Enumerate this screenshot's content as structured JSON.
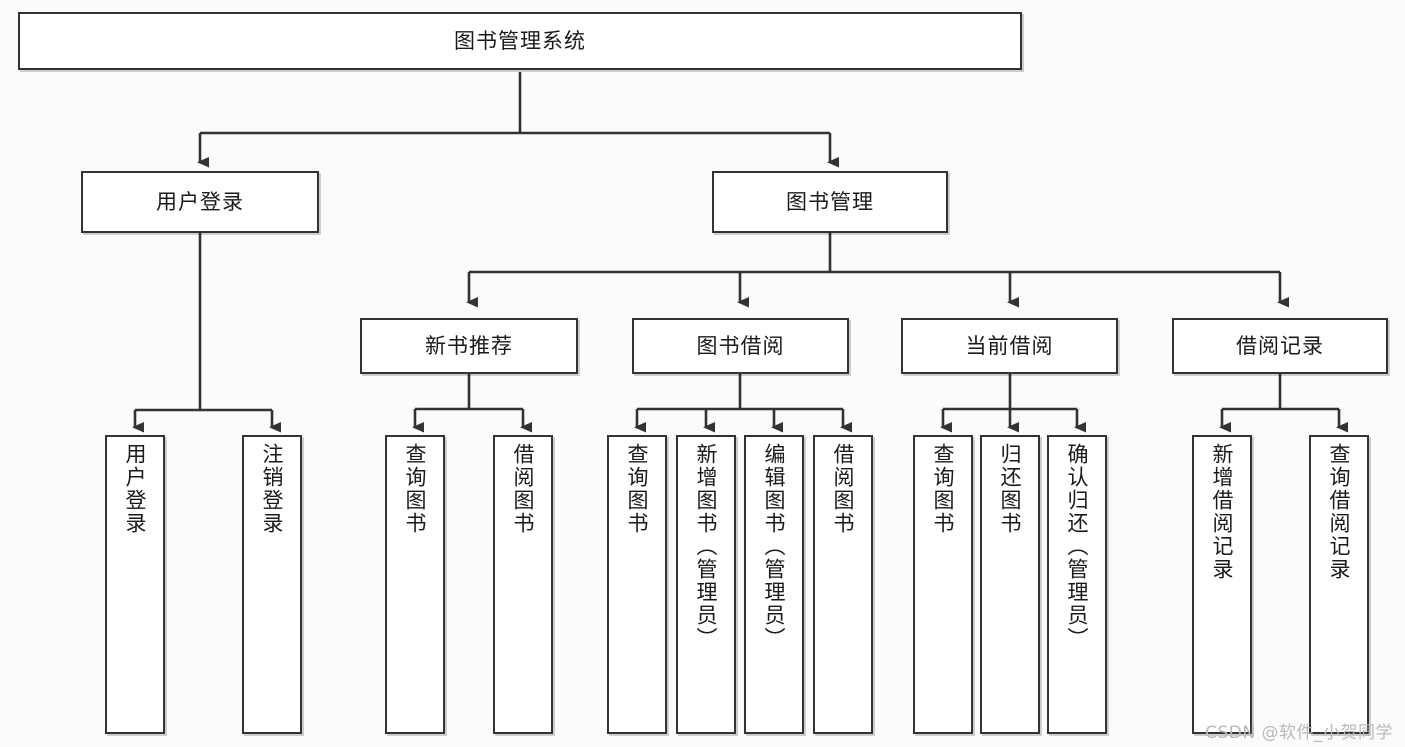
{
  "diagram": {
    "type": "tree",
    "title": "图书管理系统",
    "watermark": "CSDN @软件_小贺同学",
    "colors": {
      "background": "#fbfbfb",
      "node_fill": "#ffffff",
      "node_border": "#333333",
      "edge": "#333333",
      "text": "#1a1a1a",
      "watermark": "#b9b9b9"
    },
    "root": {
      "label": "图书管理系统"
    },
    "level2": [
      {
        "id": "login",
        "label": "用户登录"
      },
      {
        "id": "bookmgmt",
        "label": "图书管理"
      }
    ],
    "level3": [
      {
        "id": "newbook",
        "label": "新书推荐",
        "parent": "bookmgmt"
      },
      {
        "id": "borrow",
        "label": "图书借阅",
        "parent": "bookmgmt"
      },
      {
        "id": "current",
        "label": "当前借阅",
        "parent": "bookmgmt"
      },
      {
        "id": "record",
        "label": "借阅记录",
        "parent": "bookmgmt"
      }
    ],
    "leaves": [
      {
        "id": "leaf1",
        "label": "用户登录",
        "parent": "login"
      },
      {
        "id": "leaf2",
        "label": "注销登录",
        "parent": "login"
      },
      {
        "id": "leaf3",
        "label": "查询图书",
        "parent": "newbook"
      },
      {
        "id": "leaf4",
        "label": "借阅图书",
        "parent": "newbook"
      },
      {
        "id": "leaf5",
        "label": "查询图书",
        "parent": "borrow"
      },
      {
        "id": "leaf6",
        "label": "新增图书（管理员）",
        "parent": "borrow"
      },
      {
        "id": "leaf7",
        "label": "编辑图书（管理员）",
        "parent": "borrow"
      },
      {
        "id": "leaf8",
        "label": "借阅图书",
        "parent": "borrow"
      },
      {
        "id": "leaf9",
        "label": "查询图书",
        "parent": "current"
      },
      {
        "id": "leaf10",
        "label": "归还图书",
        "parent": "current"
      },
      {
        "id": "leaf11",
        "label": "确认归还（管理员）",
        "parent": "current"
      },
      {
        "id": "leaf12",
        "label": "新增借阅记录",
        "parent": "record"
      },
      {
        "id": "leaf13",
        "label": "查询借阅记录",
        "parent": "record"
      }
    ]
  }
}
